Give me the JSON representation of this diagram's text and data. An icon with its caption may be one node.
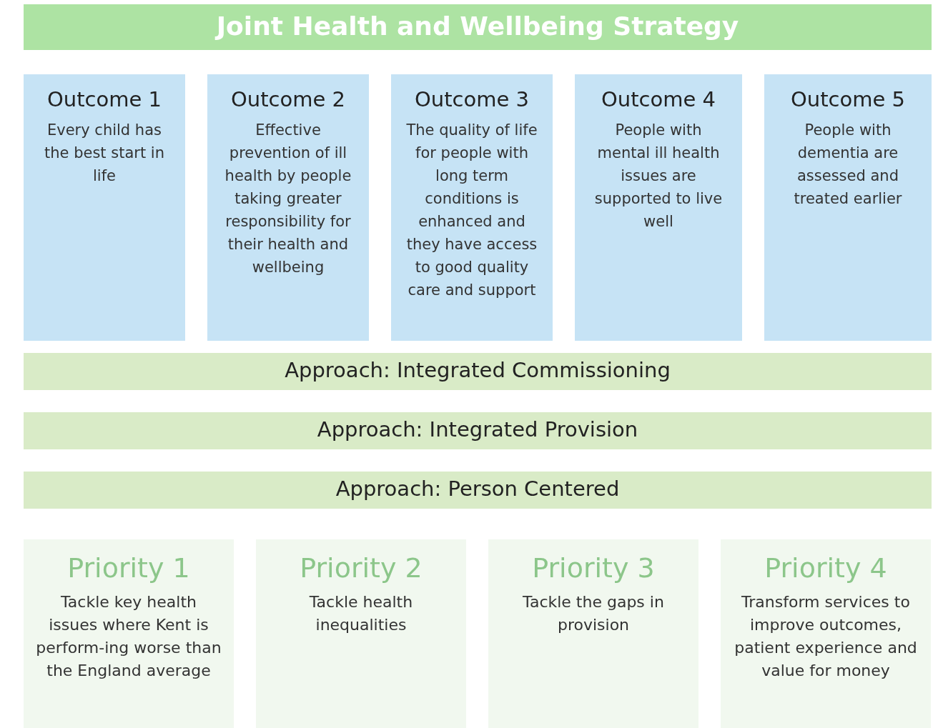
{
  "diagram": {
    "nodes": [
      {
        "text": [
          "Joint Health and Wellbeing Strategy"
        ]
      },
      {
        "text": [
          "Outcome 1",
          "Every child has the best start in life"
        ]
      },
      {
        "text": [
          "Outcome 2",
          "Effective prevention of ill health by people taking greater responsibility for their health and wellbeing"
        ]
      },
      {
        "text": [
          "Outcome 3",
          "The quality of life for people with long term conditions is enhanced and they have access to good quality care and support"
        ]
      },
      {
        "text": [
          "Outcome 4",
          "People with mental ill health issues are supported to live well"
        ]
      },
      {
        "text": [
          "Outcome 5",
          "People with dementia are assessed and treated earlier"
        ]
      },
      {
        "text": [
          "Approach:  Integrated Commissioning"
        ]
      },
      {
        "text": [
          "Approach: Integrated Provision"
        ]
      },
      {
        "text": [
          "Approach: Person Centered"
        ]
      },
      {
        "text": [
          "Priority 1",
          "Tackle key health issues where Kent is perform-ing worse than the England average"
        ]
      },
      {
        "text": [
          "Priority 2",
          "Tackle health inequalities"
        ]
      },
      {
        "text": [
          "Priority 3",
          "Tackle the gaps in provision"
        ]
      },
      {
        "text": [
          "Priority 4",
          "Transform services to improve outcomes, patient experience and value for money"
        ]
      }
    ],
    "edges": []
  }
}
